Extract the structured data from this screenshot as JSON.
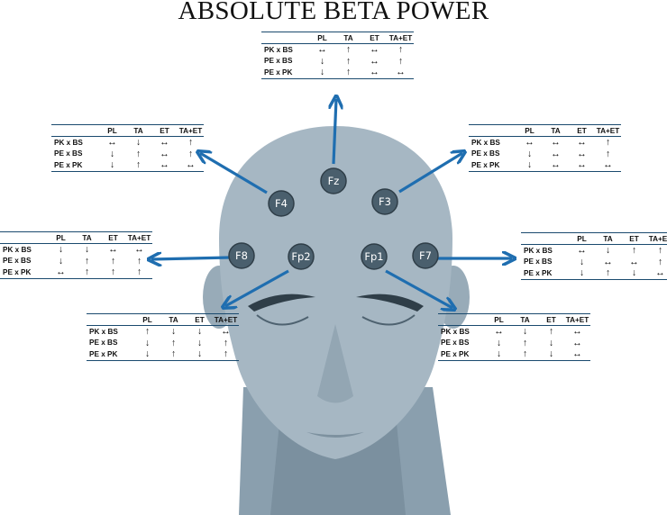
{
  "title": "ABSOLUTE BETA POWER",
  "columns": [
    "PL",
    "TA",
    "ET",
    "TA+ET"
  ],
  "row_labels": [
    "PK x BS",
    "PE x BS",
    "PE x PK"
  ],
  "arrow_glyphs": {
    "up": "↑",
    "down": "↓",
    "same": "↔"
  },
  "colors": {
    "arrow": "#1f6eb0",
    "electrode": "#4a5f6d",
    "skin": "#a6b7c3",
    "table_rule": "#1a4a6e"
  },
  "electrodes": [
    {
      "id": "fz",
      "label": "Fz",
      "cells": [
        [
          "same",
          "up",
          "same",
          "up"
        ],
        [
          "down",
          "up",
          "same",
          "up"
        ],
        [
          "down",
          "up",
          "same",
          "same"
        ]
      ]
    },
    {
      "id": "f4",
      "label": "F4",
      "cells": [
        [
          "same",
          "down",
          "same",
          "up"
        ],
        [
          "down",
          "up",
          "same",
          "up"
        ],
        [
          "down",
          "up",
          "same",
          "same"
        ]
      ]
    },
    {
      "id": "f3",
      "label": "F3",
      "cells": [
        [
          "same",
          "same",
          "same",
          "up"
        ],
        [
          "down",
          "same",
          "same",
          "up"
        ],
        [
          "down",
          "same",
          "same",
          "same"
        ]
      ]
    },
    {
      "id": "f8",
      "label": "F8",
      "cells": [
        [
          "down",
          "down",
          "same",
          "same"
        ],
        [
          "down",
          "up",
          "up",
          "up"
        ],
        [
          "same",
          "up",
          "up",
          "up"
        ]
      ]
    },
    {
      "id": "f7",
      "label": "F7",
      "cells": [
        [
          "same",
          "down",
          "up",
          "up"
        ],
        [
          "down",
          "same",
          "same",
          "up"
        ],
        [
          "down",
          "up",
          "down",
          "same"
        ]
      ]
    },
    {
      "id": "fp2",
      "label": "Fp2",
      "cells": [
        [
          "up",
          "down",
          "down",
          "same"
        ],
        [
          "down",
          "up",
          "down",
          "up"
        ],
        [
          "down",
          "up",
          "down",
          "up"
        ]
      ]
    },
    {
      "id": "fp1",
      "label": "Fp1",
      "cells": [
        [
          "same",
          "down",
          "up",
          "same"
        ],
        [
          "down",
          "up",
          "down",
          "same"
        ],
        [
          "down",
          "up",
          "down",
          "same"
        ]
      ]
    }
  ]
}
